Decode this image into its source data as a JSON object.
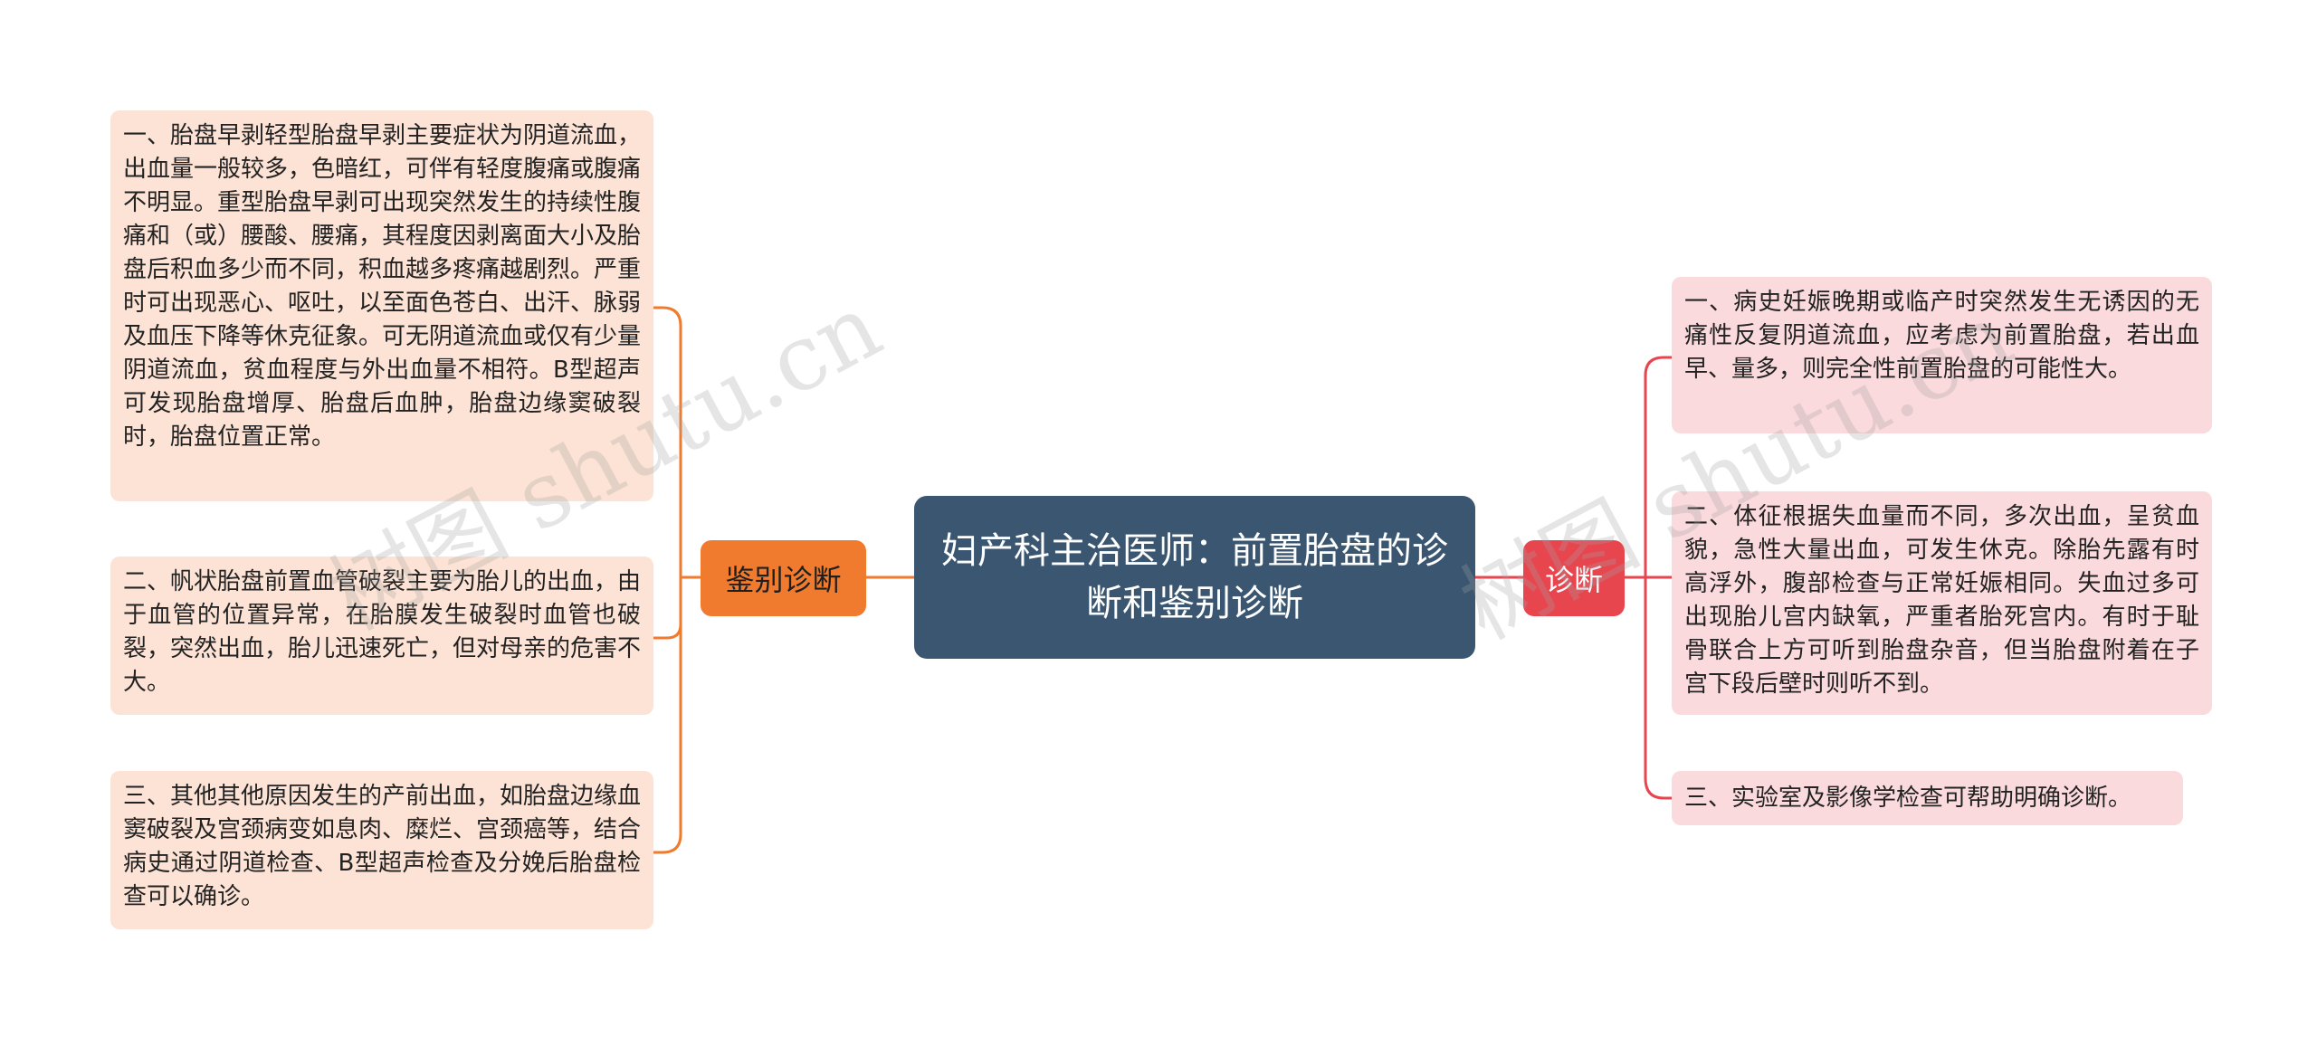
{
  "center": {
    "title": "妇产科主治医师：前置胎盘的诊断和鉴别诊断"
  },
  "left_branch": {
    "label": "鉴别诊断",
    "items": [
      "一、胎盘早剥轻型胎盘早剥主要症状为阴道流血，出血量一般较多，色暗红，可伴有轻度腹痛或腹痛不明显。重型胎盘早剥可出现突然发生的持续性腹痛和（或）腰酸、腰痛，其程度因剥离面大小及胎盘后积血多少而不同，积血越多疼痛越剧烈。严重时可出现恶心、呕吐，以至面色苍白、出汗、脉弱及血压下降等休克征象。可无阴道流血或仅有少量阴道流血，贫血程度与外出血量不相符。B型超声可发现胎盘增厚、胎盘后血肿，胎盘边缘窦破裂时，胎盘位置正常。",
      "二、帆状胎盘前置血管破裂主要为胎儿的出血，由于血管的位置异常，在胎膜发生破裂时血管也破裂，突然出血，胎儿迅速死亡，但对母亲的危害不大。",
      "三、其他其他原因发生的产前出血，如胎盘边缘血窦破裂及宫颈病变如息肉、糜烂、宫颈癌等，结合病史通过阴道检查、B型超声检查及分娩后胎盘检查可以确诊。"
    ]
  },
  "right_branch": {
    "label": "诊断",
    "items": [
      "一、病史妊娠晚期或临产时突然发生无诱因的无痛性反复阴道流血，应考虑为前置胎盘，若出血早、量多，则完全性前置胎盘的可能性大。",
      "二、体征根据失血量而不同，多次出血，呈贫血貌，急性大量出血，可发生休克。除胎先露有时高浮外，腹部检查与正常妊娠相同。失血过多可出现胎儿宫内缺氧，严重者胎死宫内。有时于耻骨联合上方可听到胎盘杂音，但当胎盘附着在子宫下段后壁时则听不到。",
      "三、实验室及影像学检查可帮助明确诊断。"
    ]
  },
  "watermarks": [
    "树图 shutu.cn",
    "树图 shutu.cn"
  ],
  "colors": {
    "center_bg": "#3a5670",
    "left_branch": "#f07b2e",
    "left_leaf_bg": "#fde3d5",
    "right_branch": "#e8464f",
    "right_leaf_bg": "#fbdadd"
  }
}
